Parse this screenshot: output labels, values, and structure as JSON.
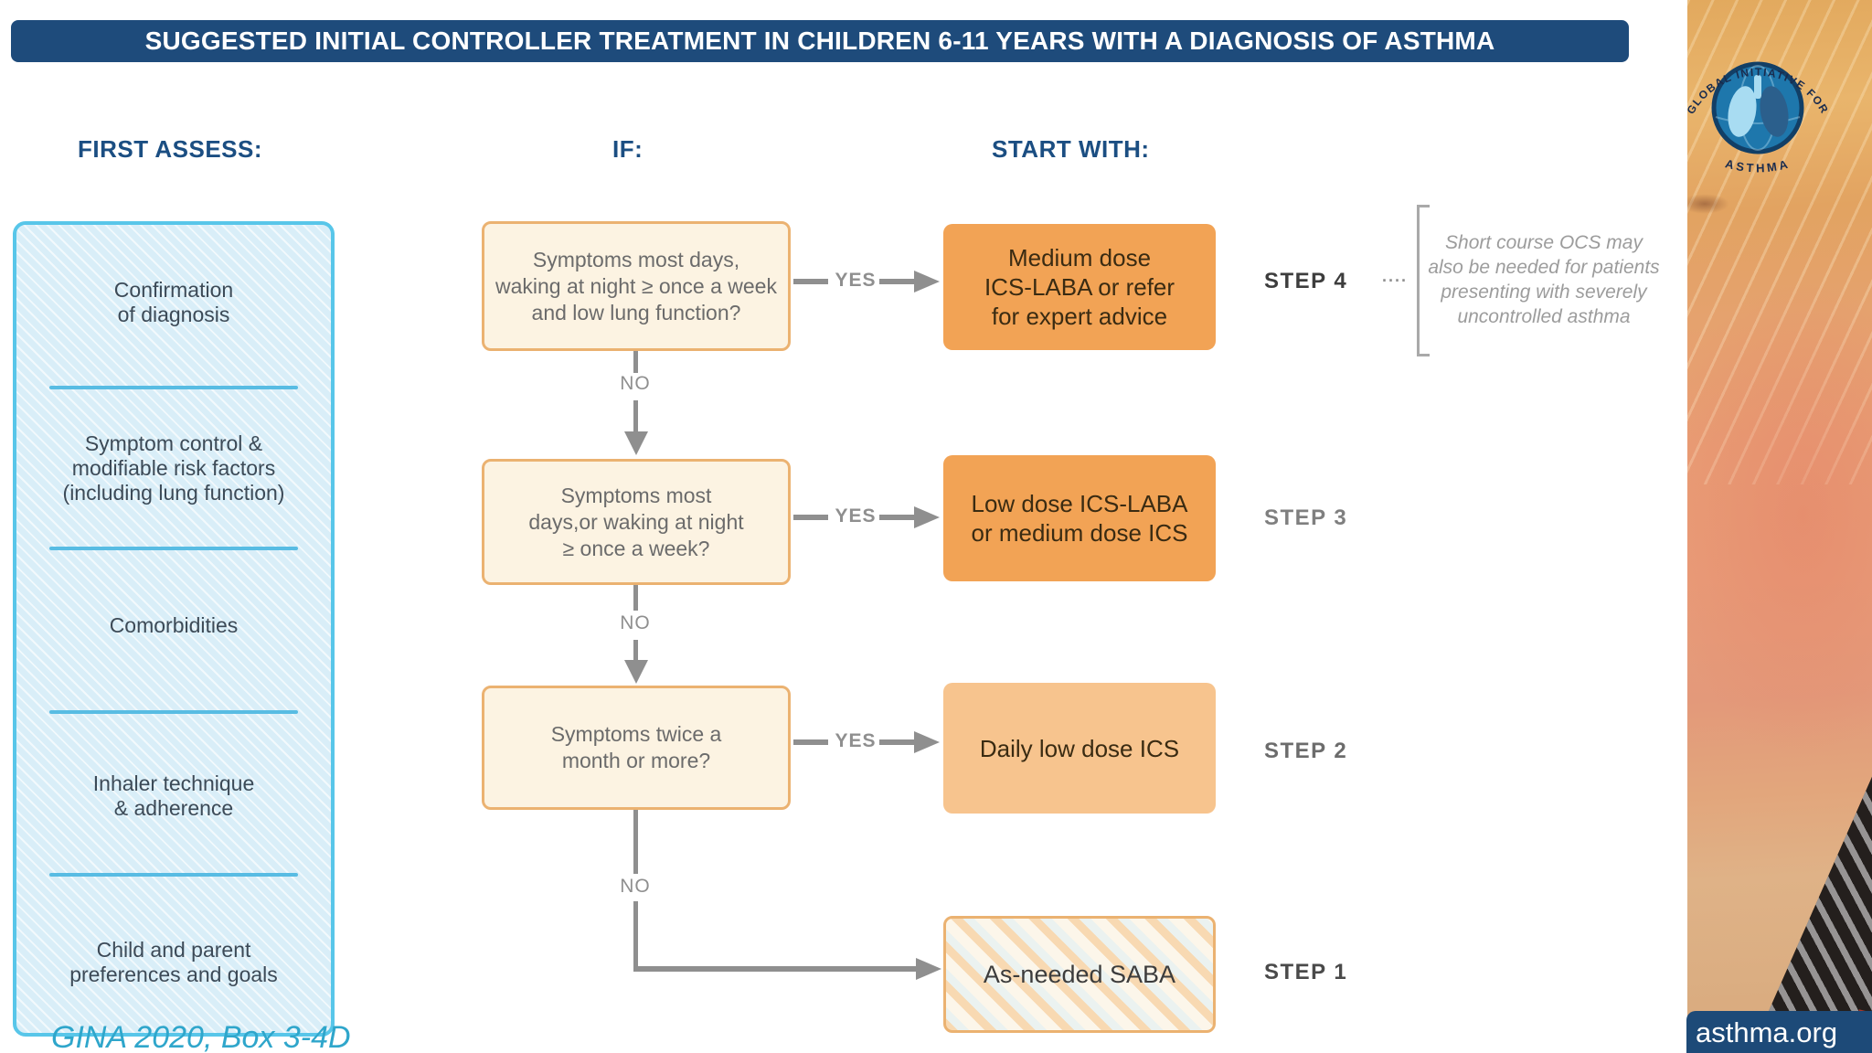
{
  "title": "SUGGESTED INITIAL CONTROLLER TREATMENT IN CHILDREN 6-11 YEARS WITH A DIAGNOSIS OF ASTHMA",
  "columns": {
    "assess": "FIRST ASSESS:",
    "if": "IF:",
    "start": "START WITH:"
  },
  "assess_items": [
    "Confirmation\nof diagnosis",
    "Symptom control &\nmodifiable risk factors\n(including lung function)",
    "Comorbidities",
    "Inhaler technique\n& adherence",
    "Child and parent\npreferences and goals"
  ],
  "flow": {
    "no_label": "NO",
    "dots": "····",
    "rows": [
      {
        "question": "Symptoms most days,\nwaking at night ≥ once a week\nand low lung function?",
        "answer": "YES",
        "treatment": "Medium dose\nICS-LABA or refer\nfor expert advice",
        "step": "STEP 4"
      },
      {
        "question": "Symptoms most\ndays,or waking at night\n≥ once a week?",
        "answer": "YES",
        "treatment": "Low dose ICS-LABA\nor medium dose ICS",
        "step": "STEP 3"
      },
      {
        "question": "Symptoms twice a\nmonth or more?",
        "answer": "YES",
        "treatment": "Daily low dose ICS",
        "step": "STEP 2"
      },
      {
        "treatment": "As-needed SABA",
        "step": "STEP 1"
      }
    ],
    "side_note": "Short course OCS may\nalso be needed for patients\npresenting with severely\nuncontrolled asthma"
  },
  "logo": {
    "arc_top": "GLOBAL INITIATIVE FOR",
    "arc_bottom": "ASTHMA"
  },
  "caption": "GINA 2020, Box 3-4D",
  "footer": {
    "url_text": "asthma.org"
  },
  "colors": {
    "banner_blue": "#1E4B7B",
    "header_navy": "#1B4E82",
    "accent_cyan": "#58C6E9",
    "panel_blue_fill": "#D9EEF8",
    "question_fill": "#FCF3E2",
    "question_border": "#EBB271",
    "orange_solid": "#F2A355",
    "orange_light": "#F7C48E",
    "connector_gray": "#8F8F8F",
    "note_gray": "#9C9C9C",
    "caption_teal": "#2FA6CB"
  }
}
